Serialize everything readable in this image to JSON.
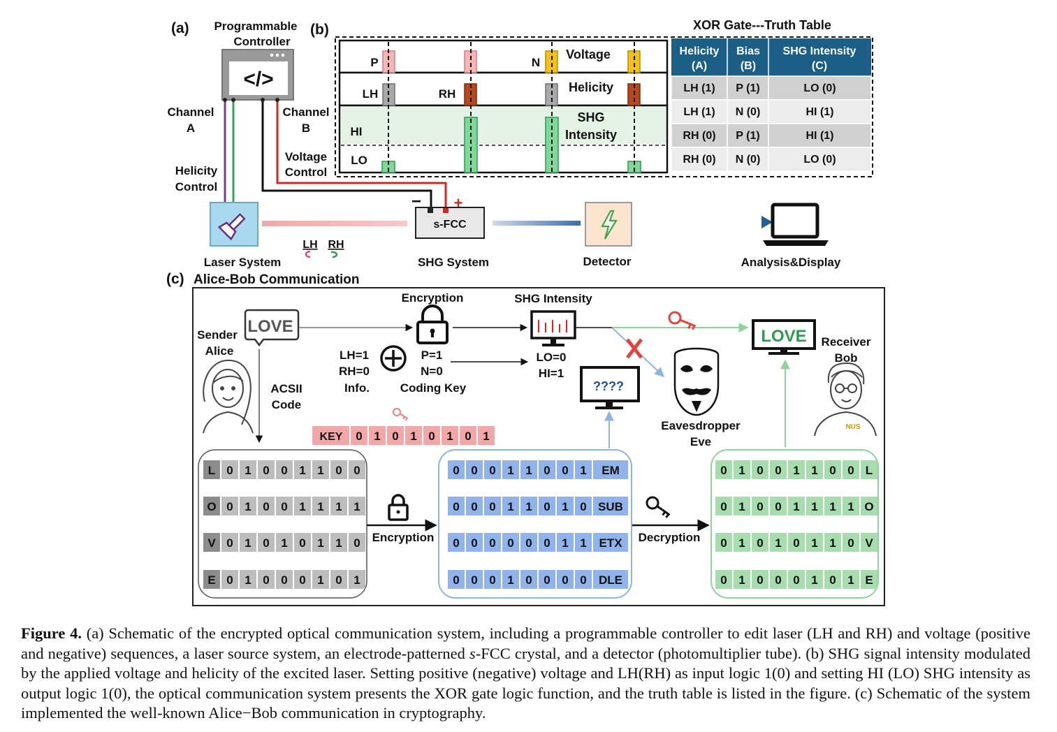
{
  "panel_a": {
    "label": "(a)",
    "controller_title_line1": "Programmable",
    "controller_title_line2": "Controller",
    "controller_icon": "code-brackets-icon",
    "channel_a_line1": "Channel",
    "channel_a_line2": "A",
    "channel_b_line1": "Channel",
    "channel_b_line2": "B",
    "helicity_control_line1": "Helicity",
    "helicity_control_line2": "Control",
    "voltage_control_line1": "Voltage",
    "voltage_control_line2": "Control",
    "laser_label": "Laser System",
    "laser_icon": "flashlight-icon",
    "lh_label": "LH",
    "rh_label": "RH",
    "sfcc_label": "s-FCC",
    "minus_sign": "−",
    "plus_sign": "+",
    "shg_label": "SHG System",
    "detector_label": "Detector",
    "detector_icon": "lightning-icon",
    "analysis_label": "Analysis&Display",
    "analysis_icon": "laptop-icon"
  },
  "panel_b": {
    "label": "(b)",
    "rows": {
      "voltage": "Voltage",
      "helicity": "Helicity",
      "shg_line1": "SHG",
      "shg_line2": "Intensity"
    },
    "pulse_labels": {
      "p": "P",
      "n": "N",
      "lh": "LH",
      "rh": "RH",
      "hi": "HI",
      "lo": "LO"
    },
    "colors": {
      "p": "#f4b6b6",
      "n": "#f2c21b",
      "lh": "#a9a9a9",
      "rh": "#b5481c",
      "shg": "#7fd89a",
      "shg_band": "#e4f3e6"
    }
  },
  "truth_table": {
    "title": "XOR Gate---Truth Table",
    "headers": [
      {
        "line1": "Helicity",
        "line2": "(A)"
      },
      {
        "line1": "Bias",
        "line2": "(B)"
      },
      {
        "line1": "SHG Intensity",
        "line2": "(C)"
      }
    ],
    "rows": [
      [
        "LH (1)",
        "P (1)",
        "LO (0)"
      ],
      [
        "LH (1)",
        "N (0)",
        "HI (1)"
      ],
      [
        "RH (0)",
        "P (1)",
        "HI (1)"
      ],
      [
        "RH (0)",
        "N (0)",
        "LO (0)"
      ]
    ],
    "header_color": "#1b5f87"
  },
  "panel_c": {
    "label": "(c)",
    "title": "Alice-Bob Communication",
    "sender_line1": "Sender",
    "sender_line2": "Alice",
    "message": "LOVE",
    "encryption_label": "Encryption",
    "shg_intensity_label": "SHG Intensity",
    "lh_eq": "LH=1",
    "rh_eq": "RH=0",
    "info": "Info.",
    "p_eq": "P=1",
    "n_eq": "N=0",
    "coding_key": "Coding Key",
    "lo_eq": "LO=0",
    "hi_eq": "HI=1",
    "ascii_line1": "ACSII",
    "ascii_line2": "Code",
    "key_label": "KEY",
    "key_bits": [
      "0",
      "1",
      "0",
      "1",
      "0",
      "1",
      "0",
      "1"
    ],
    "unknown": "????",
    "eavesdropper_line1": "Eavesdropper",
    "eavesdropper_line2": "Eve",
    "receiver_line1": "Receiver",
    "receiver_line2": "Bob",
    "received_message": "LOVE",
    "nus_badge": "NUS",
    "encryption_arrow_label": "Encryption",
    "decryption_arrow_label": "Decryption",
    "plain": [
      {
        "char": "L",
        "bits": [
          "0",
          "1",
          "0",
          "0",
          "1",
          "1",
          "0",
          "0"
        ]
      },
      {
        "char": "O",
        "bits": [
          "0",
          "1",
          "0",
          "0",
          "1",
          "1",
          "1",
          "1"
        ]
      },
      {
        "char": "V",
        "bits": [
          "0",
          "1",
          "0",
          "1",
          "0",
          "1",
          "1",
          "0"
        ]
      },
      {
        "char": "E",
        "bits": [
          "0",
          "1",
          "0",
          "0",
          "0",
          "1",
          "0",
          "1"
        ]
      }
    ],
    "cipher": [
      {
        "bits": [
          "0",
          "0",
          "0",
          "1",
          "1",
          "0",
          "0",
          "1"
        ],
        "code": "EM"
      },
      {
        "bits": [
          "0",
          "0",
          "0",
          "1",
          "1",
          "0",
          "1",
          "0"
        ],
        "code": "SUB"
      },
      {
        "bits": [
          "0",
          "0",
          "0",
          "0",
          "0",
          "0",
          "1",
          "1"
        ],
        "code": "ETX"
      },
      {
        "bits": [
          "0",
          "0",
          "0",
          "1",
          "0",
          "0",
          "0",
          "0"
        ],
        "code": "DLE"
      }
    ],
    "decrypted": [
      {
        "bits": [
          "0",
          "1",
          "0",
          "0",
          "1",
          "1",
          "0",
          "0"
        ],
        "char": "L"
      },
      {
        "bits": [
          "0",
          "1",
          "0",
          "0",
          "1",
          "1",
          "1",
          "1"
        ],
        "char": "O"
      },
      {
        "bits": [
          "0",
          "1",
          "0",
          "1",
          "0",
          "1",
          "1",
          "0"
        ],
        "char": "V"
      },
      {
        "bits": [
          "0",
          "1",
          "0",
          "0",
          "0",
          "1",
          "0",
          "1"
        ],
        "char": "E"
      }
    ],
    "colors": {
      "plain": "#bdbdbd",
      "plain_char": "#8c8c8c",
      "cipher": "#8fb3ea",
      "decrypted": "#a7dcae",
      "key": "#f4a7a9"
    }
  },
  "caption": {
    "label": "Figure 4.",
    "text_1": " (a) Schematic of the encrypted optical communication system, including a programmable controller to edit laser (LH and RH) and voltage (positive and negative) sequences, a laser source system, an electrode-patterned ",
    "text_italic": "s",
    "text_2": "-FCC crystal, and a detector (photomultiplier tube). (b) SHG signal intensity modulated by the applied voltage and helicity of the excited laser. Setting positive (negative) voltage and LH(RH) as input logic 1(0) and setting HI (LO) SHG intensity as output logic 1(0), the optical communication system presents the XOR gate logic function, and the truth table is listed in the figure. (c) Schematic of the system implemented the well-known Alice−Bob communication in cryptography."
  }
}
